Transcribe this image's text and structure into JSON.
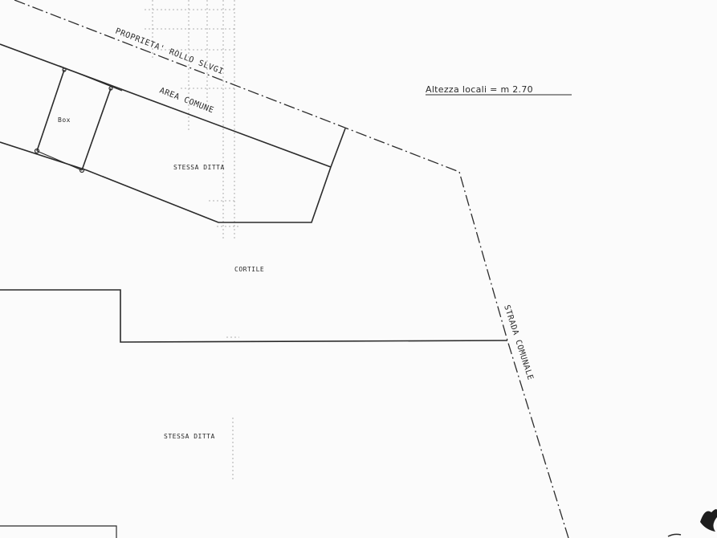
{
  "labels": {
    "proprieta": "PROPRIETA' ROLLO SLVGI",
    "area_comune": "AREA COMUNE",
    "box": "Box",
    "stessa_ditta_upper": "STESSA DITTA",
    "cortile": "CORTILE",
    "strada_comunale": "STRADA COMUNALE",
    "stessa_ditta_lower": "STESSA DITTA"
  },
  "note": {
    "altezza": "Altezza locali = m 2.70"
  }
}
